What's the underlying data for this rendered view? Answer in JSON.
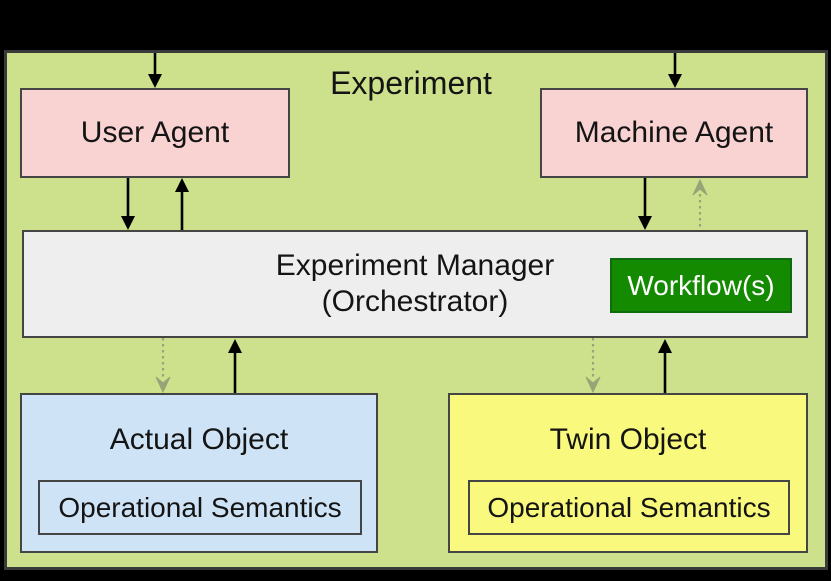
{
  "diagram": {
    "title": "Experiment",
    "user_agent": {
      "label": "User Agent"
    },
    "machine_agent": {
      "label": "Machine Agent"
    },
    "manager": {
      "line1": "Experiment Manager",
      "line2": "(Orchestrator)",
      "workflow_label": "Workflow(s)"
    },
    "actual_object": {
      "label": "Actual Object",
      "semantics_label": "Operational Semantics"
    },
    "twin_object": {
      "label": "Twin Object",
      "semantics_label": "Operational Semantics"
    },
    "colors": {
      "canvas_bg": "#000000",
      "experiment_bg": "#cde18c",
      "agent_fill": "#f9d2d2",
      "manager_fill": "#eeeeee",
      "workflow_fill": "#148a00",
      "workflow_border": "#0e6b0e",
      "workflow_text": "#ffffff",
      "actual_fill": "#cfe3f7",
      "twin_fill": "#f9f97d",
      "border_color": "#454545",
      "arrow_solid": "#000000",
      "arrow_dotted": "#96a577",
      "text_color": "#141414"
    }
  }
}
